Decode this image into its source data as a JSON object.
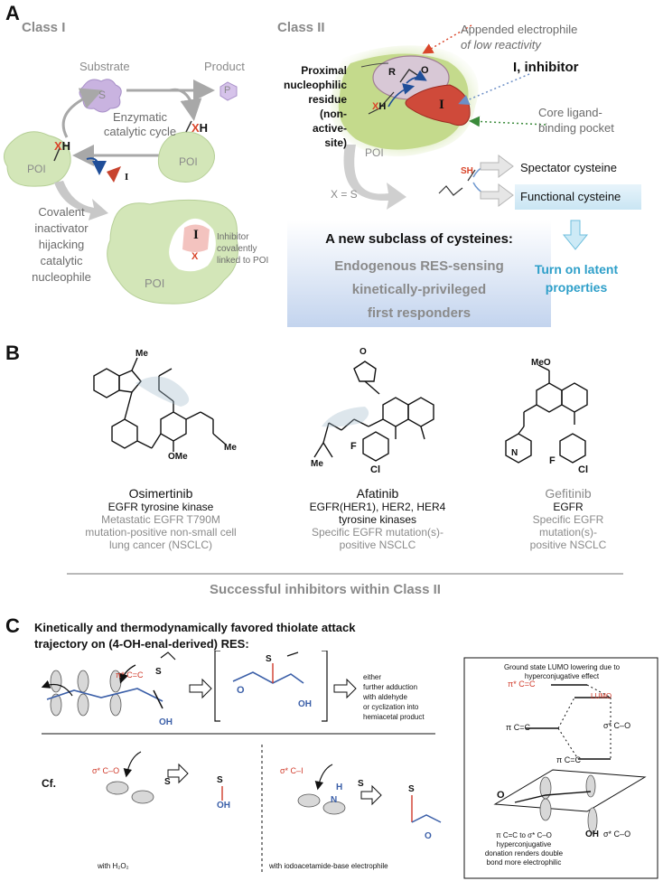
{
  "panels": {
    "a": "A",
    "b": "B",
    "c": "C"
  },
  "class1": {
    "title": "Class I",
    "substrate": "Substrate",
    "product": "Product",
    "s_label": "S",
    "p_label": "P",
    "cycle": [
      "Enzymatic",
      "catalytic cycle"
    ],
    "poi": "POI",
    "xh_x": "X",
    "xh_h": "H",
    "x": "X",
    "inhibitor_i": "I",
    "covalent": [
      "Covalent",
      "inactivator",
      "hijacking",
      "catalytic",
      "nucleophile"
    ],
    "inhibitor_linked": [
      "Inhibitor",
      "covalently",
      "linked to POI"
    ]
  },
  "class2": {
    "title": "Class II",
    "appended": "Appended electrophile",
    "low_reactivity": "of low reactivity",
    "inhibitor": "I, inhibitor",
    "proximal": [
      "Proximal",
      "nucleophilic",
      "residue",
      "(non-",
      "active-",
      "site)"
    ],
    "core": [
      "Core ligand-",
      "binding pocket"
    ],
    "poi": "POI",
    "x_eq_s": "X = S",
    "sh": "SH",
    "r_label": "R",
    "o_label": "O",
    "spectator": "Spectator cysteine",
    "functional": "Functional cysteine",
    "subclass_title": "A new subclass of cysteines:",
    "subclass_lines": [
      "Endogenous RES-sensing",
      "kinetically-privileged",
      "first responders"
    ],
    "latent": [
      "Turn on latent",
      "properties"
    ]
  },
  "drugs": [
    {
      "name": "Osimertinib",
      "target": "EGFR tyrosine kinase",
      "desc": [
        "Metastatic EGFR T790M",
        "mutation-positive non-small cell",
        "lung cancer (NSCLC)"
      ]
    },
    {
      "name": "Afatinib",
      "target": "EGFR(HER1), HER2, HER4",
      "target2": "tyrosine kinases",
      "desc": [
        "Specific EGFR mutation(s)-",
        "positive NSCLC"
      ]
    },
    {
      "name": "Gefitinib",
      "target": "EGFR",
      "desc": [
        "Specific EGFR",
        "mutation(s)-",
        "positive NSCLC"
      ]
    }
  ],
  "mol_labels": {
    "me": "Me",
    "n": "N",
    "h": "H",
    "o": "O",
    "ome": "OMe",
    "f": "F",
    "cl": "Cl",
    "meo": "MeO"
  },
  "successful": "Successful inhibitors within Class II",
  "panel_c": {
    "title": [
      "Kinetically and thermodynamically favored thiolate attack",
      "trajectory on (4-OH-enal-derived) RES:"
    ],
    "pi_star": "π* C=C",
    "s_minus": "S",
    "oh": "OH",
    "o": "O",
    "either": [
      "either",
      "further adduction",
      "with aldehyde",
      "or cyclization into",
      "hemiacetal product"
    ],
    "cf": "Cf.",
    "sigma_co": "σ* C–O",
    "sigma_ci": "σ* C–I",
    "with_h2o2": "with H₂O₂",
    "with_iodo": "with iodoacetamide-base electrophile",
    "n": "N",
    "h": "H",
    "box": {
      "ground": [
        "Ground state LUMO lowering due to",
        "hyperconjugative effect"
      ],
      "pi_star": "π* C=C",
      "lumo": "LUMO",
      "pi": "π C=C",
      "sigma_star": "σ* C–O",
      "pi2": "π C=C",
      "o": "O",
      "oh": "OH",
      "sigma_star2": "σ* C–O",
      "explain": [
        "π C=C to σ* C–O",
        "hyperconjugative",
        "donation renders double",
        "bond more electrophilic"
      ]
    }
  }
}
